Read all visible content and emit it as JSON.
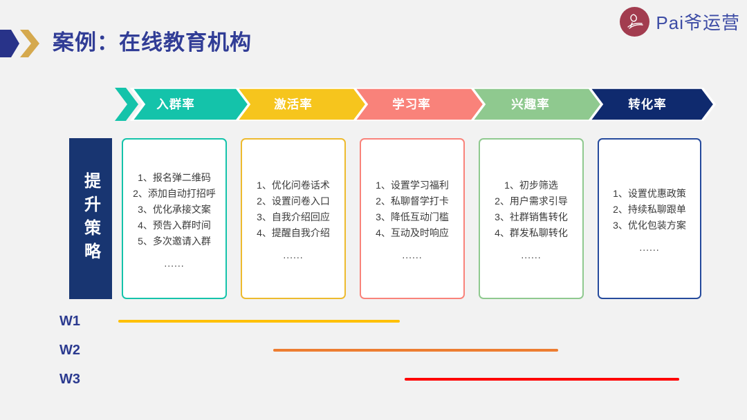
{
  "slide": {
    "title": "案例：在线教育机构",
    "background_color": "#F2F2F2",
    "title_color": "#313D96"
  },
  "title_marker": {
    "blue": "#283389",
    "gold": "#D5A94E"
  },
  "logo": {
    "name": "Pai爷运营",
    "circle_color": "#A23C4F",
    "text_color": "#3D4CA5"
  },
  "strategy_bar": {
    "label": "提升策略",
    "bg": "#183571"
  },
  "funnel": {
    "stages": [
      {
        "label": "入群率",
        "color": "#14C3AA",
        "box_border": "#14C3AA",
        "items": [
          "1、报名弹二维码",
          "2、添加自动打招呼",
          "3、优化承接文案",
          "4、预告入群时间",
          "5、多次邀请入群"
        ],
        "more": "......"
      },
      {
        "label": "激活率",
        "color": "#F6C51D",
        "box_border": "#EDBA2E",
        "items": [
          "1、优化问卷话术",
          "2、设置问卷入口",
          "3、自我介绍回应",
          "4、提醒自我介绍"
        ],
        "more": "......"
      },
      {
        "label": "学习率",
        "color": "#F9827A",
        "box_border": "#F9827A",
        "items": [
          "1、设置学习福利",
          "2、私聊督学打卡",
          "3、降低互动门槛",
          "4、互动及时响应"
        ],
        "more": "......"
      },
      {
        "label": "兴趣率",
        "color": "#8FC98F",
        "box_border": "#8FC98F",
        "items": [
          "1、初步筛选",
          "2、用户需求引导",
          "3、社群销售转化",
          "4、群发私聊转化"
        ],
        "more": "......"
      },
      {
        "label": "转化率",
        "color": "#0F2A6E",
        "box_border": "#254A9C",
        "items": [
          "1、设置优惠政策",
          "2、持续私聊跟单",
          "3、优化包装方案"
        ],
        "more": "......"
      }
    ]
  },
  "timeline": {
    "rows": [
      {
        "label": "W1",
        "color": "#FFC000"
      },
      {
        "label": "W2",
        "color": "#ED7D31"
      },
      {
        "label": "W3",
        "color": "#FF0000"
      }
    ]
  }
}
